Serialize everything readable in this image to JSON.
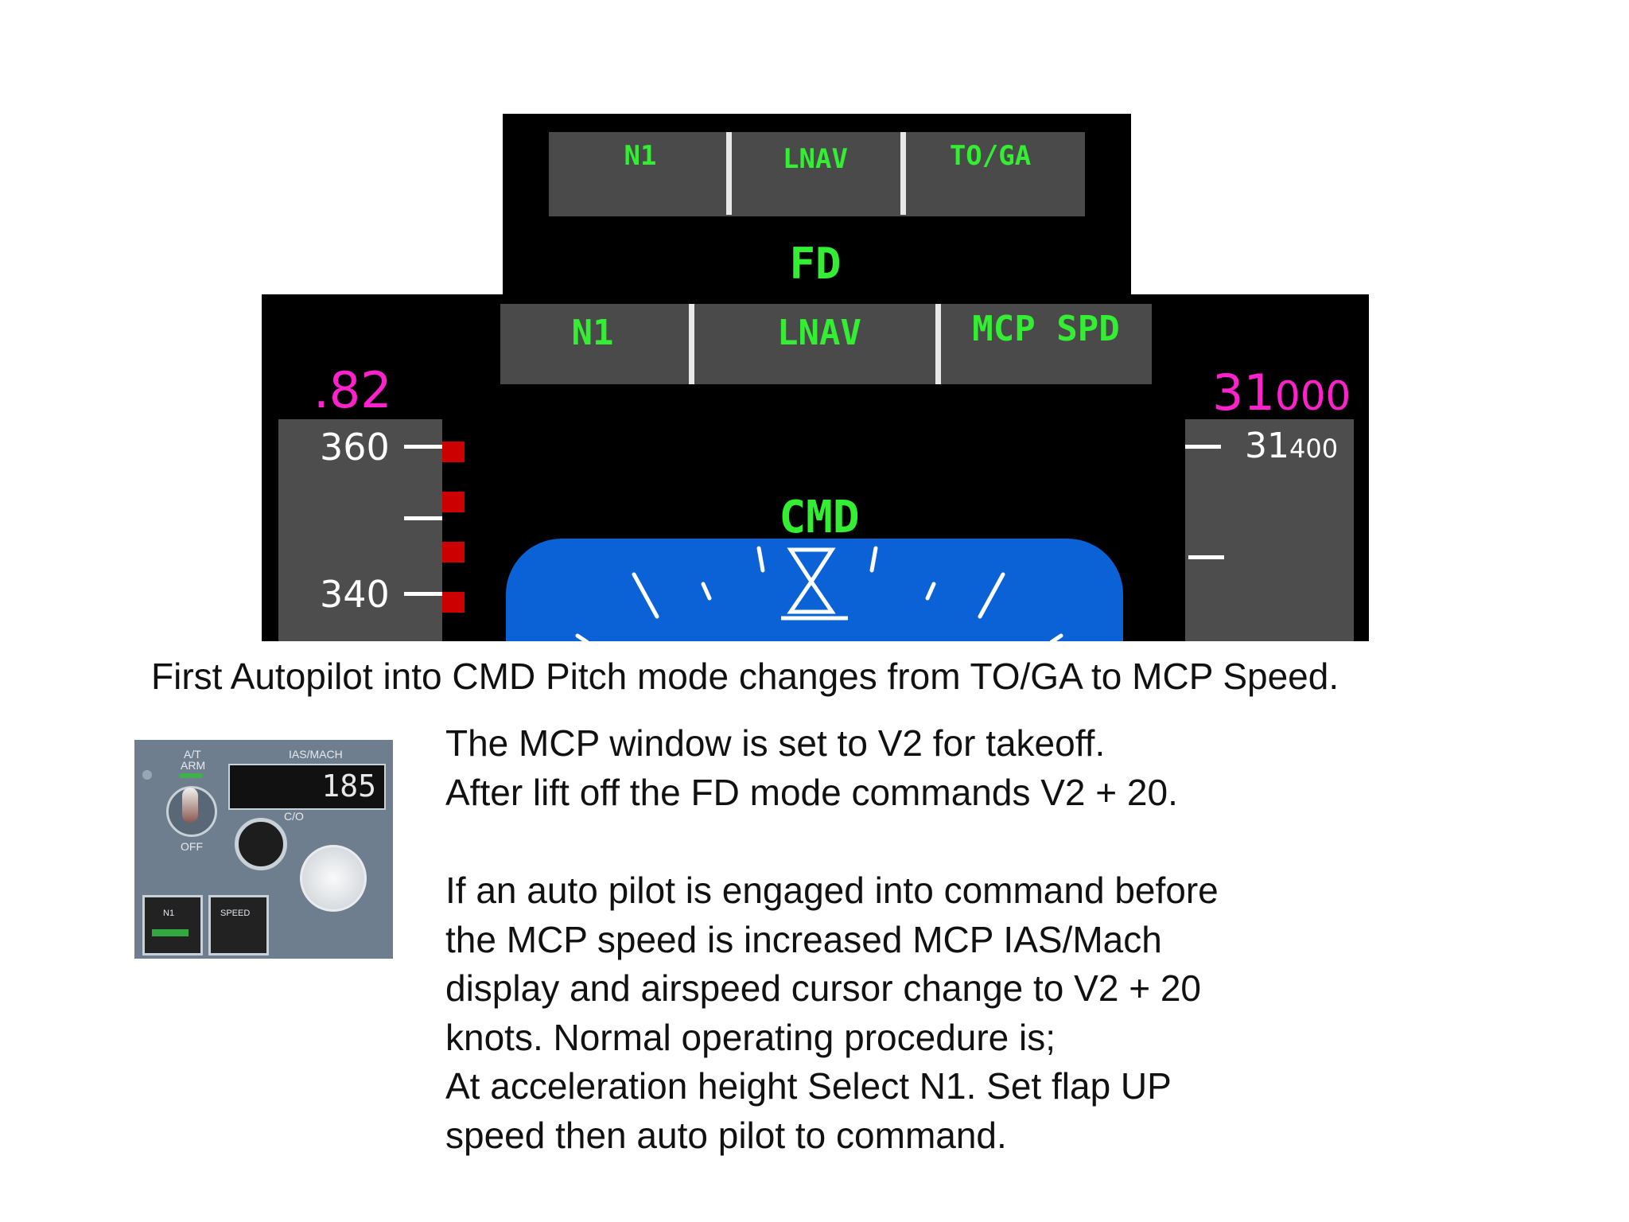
{
  "fd_fma": {
    "cells": [
      "N1",
      "LNAV",
      "TO/GA"
    ],
    "status": "FD"
  },
  "cmd_fma": {
    "cells": [
      "N1",
      "LNAV",
      "MCP SPD"
    ],
    "status": "CMD"
  },
  "speed_tape": {
    "mach": ".82",
    "labels": [
      "360",
      "340"
    ]
  },
  "altitude_tape": {
    "selected_big": "31",
    "selected_small": "000",
    "current_big": "31",
    "current_small": "400"
  },
  "caption": "First Autopilot into CMD Pitch mode changes from TO/GA to  MCP Speed.",
  "mcp_panel": {
    "at_arm_top": "A/T",
    "at_arm_bottom": "ARM",
    "off_label": "OFF",
    "ias_mach_label": "IAS/MACH",
    "speed_readout": "185",
    "co_label": "C/O",
    "n1_button": "N1",
    "speed_button": "SPEED"
  },
  "paragraph_1": [
    "The MCP window is set to V2 for takeoff.",
    "After lift off the FD mode commands V2 + 20."
  ],
  "paragraph_2": [
    "If an auto pilot is engaged into command before",
    "the MCP speed is increased MCP IAS/Mach",
    "display and airspeed cursor change to V2 + 20",
    "knots. Normal operating procedure is;",
    "At acceleration height Select N1. Set flap UP",
    "speed then auto pilot to command."
  ],
  "colors": {
    "fma_green": "#33ee33",
    "magenta": "#ff22cc",
    "sky_blue": "#0a62d6",
    "speed_bug_red": "#cc0000"
  }
}
